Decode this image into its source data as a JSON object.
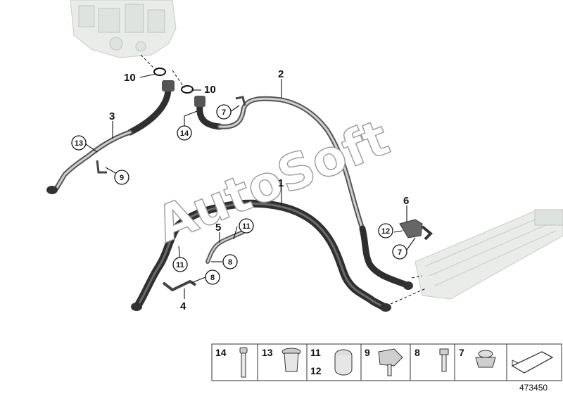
{
  "diagram": {
    "callouts": {
      "c1": "1",
      "c2": "2",
      "c3": "3",
      "c4": "4",
      "c5": "5",
      "c6": "6",
      "c10a": "10",
      "c10b": "10"
    },
    "circled": {
      "c7a": "7",
      "c7b": "7",
      "c8a": "8",
      "c8b": "8",
      "c9": "9",
      "c11a": "11",
      "c11b": "11",
      "c12": "12",
      "c13": "13",
      "c14": "14"
    },
    "watermark": "AutoSoft"
  },
  "legend": {
    "items": [
      {
        "num": "14"
      },
      {
        "num": "13"
      },
      {
        "num": "11",
        "num2": "12"
      },
      {
        "num": "9"
      },
      {
        "num": "8"
      },
      {
        "num": "7"
      }
    ]
  },
  "reference_number": "473450"
}
